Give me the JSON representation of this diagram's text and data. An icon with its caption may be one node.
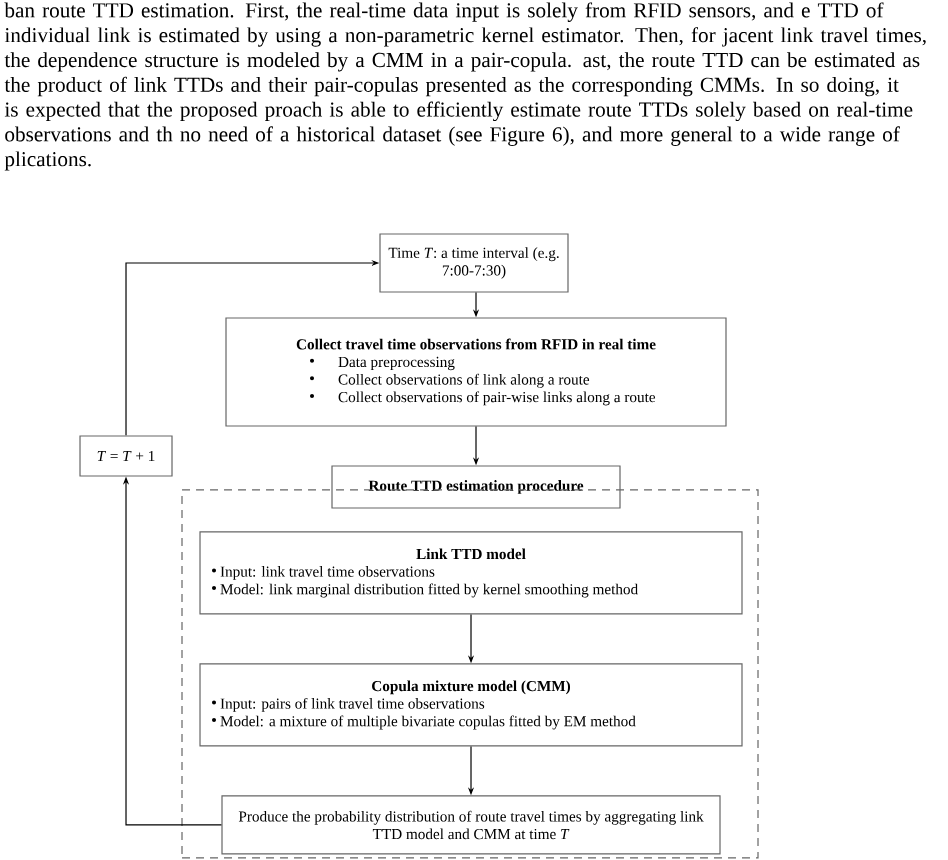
{
  "diagram": {
    "nodes": [
      {
        "text": [
          "Time *T*: a time interval (e.g. 7:00-7:30)"
        ]
      },
      {
        "text": [
          "Collect travel time observations from RFID in real time",
          "Data preprocessing",
          "Collect observations of link along a route",
          "Collect observations of pair-wise links along a route"
        ]
      },
      {
        "text": [
          "*T* = *T* + 1"
        ]
      },
      {
        "text": [
          "Route TTD estimation procedure"
        ]
      },
      {
        "text": [],
        "shape": "box"
      },
      {
        "text": [
          "Link TTD model",
          "Input: link travel time observations",
          "Model: link marginal distribution fitted by kernel smoothing method"
        ],
        "in": 4
      },
      {
        "text": [
          "Copula mixture model (CMM)",
          "Input: pairs of link travel time observations",
          "Model: a mixture of multiple bivariate copulas fitted by EM method"
        ],
        "in": 4
      },
      {
        "text": [
          "Produce the probability distribution of route travel times by aggregating link TTD model and CMM at time *T*"
        ],
        "in": 4
      }
    ],
    "edges": [
      {
        "from": 0,
        "to": 1,
        "arrow": "to"
      },
      {
        "from": 1,
        "to": 3,
        "arrow": "to"
      },
      {
        "from": 5,
        "to": 6,
        "arrow": "to"
      },
      {
        "from": 6,
        "to": 7,
        "arrow": "to"
      },
      {
        "from": 7,
        "to": 2,
        "arrow": "to"
      },
      {
        "from": 2,
        "to": 0,
        "arrow": "to"
      }
    ],
    "labels": [
      "ban route TTD estimation. First, the real-time data input is solely from RFID sensors, and e TTD of individual link is estimated by using a non-parametric kernel estimator. Then, for jacent link travel times, the dependence structure is modeled by a CMM in a pair-copula. ast, the route TTD can be estimated as the product of link TTDs and their pair-copulas presented as the corresponding CMMs. In so doing, it is expected that the proposed proach is able to efficiently estimate route TTDs solely based on real-time observations and th no need of a historical dataset (see Figure 6), and more general to a wide range of plications."
    ]
  }
}
